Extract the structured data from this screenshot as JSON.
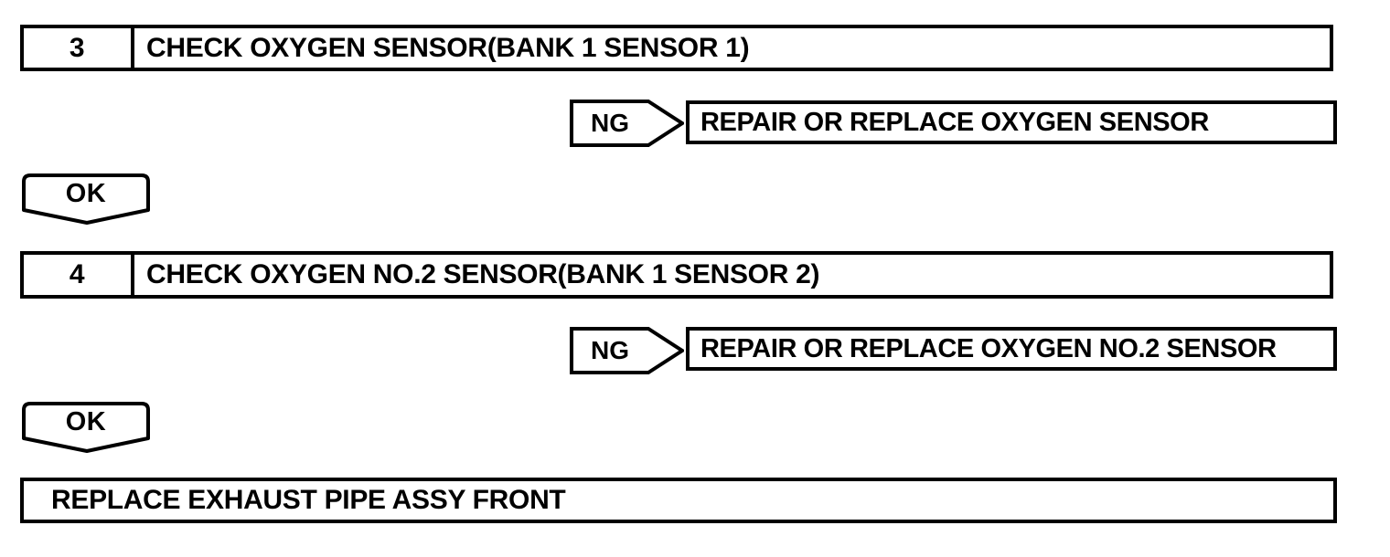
{
  "flowchart": {
    "steps": [
      {
        "number": "3",
        "title": "CHECK OXYGEN SENSOR(BANK 1 SENSOR 1)",
        "ng_label": "NG",
        "ng_result": "REPAIR OR REPLACE OXYGEN SENSOR",
        "ok_label": "OK"
      },
      {
        "number": "4",
        "title": "CHECK OXYGEN NO.2 SENSOR(BANK 1 SENSOR 2)",
        "ng_label": "NG",
        "ng_result": "REPAIR OR REPLACE OXYGEN NO.2 SENSOR",
        "ok_label": "OK"
      }
    ],
    "final_action": "REPLACE EXHAUST PIPE ASSY FRONT",
    "colors": {
      "ink": "#000000",
      "paper": "#ffffff"
    }
  }
}
